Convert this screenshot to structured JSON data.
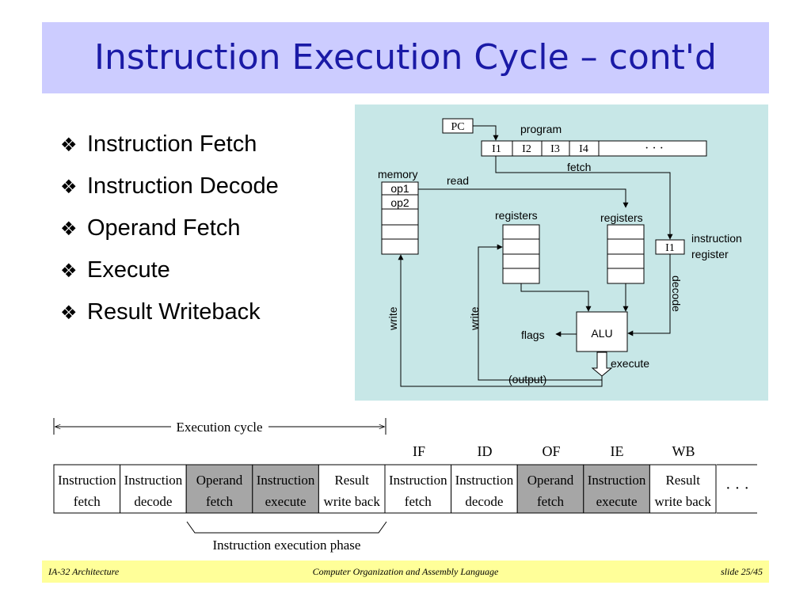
{
  "slide": {
    "title": "Instruction Execution Cycle – cont'd",
    "bullet_mark": "❖",
    "bullets": [
      "Instruction Fetch",
      "Instruction Decode",
      "Operand Fetch",
      "Execute",
      "Result Writeback"
    ]
  },
  "diagram": {
    "pc": "PC",
    "program": "program",
    "program_cells": [
      "I1",
      "I2",
      "I3",
      "I4",
      "· · ·"
    ],
    "fetch": "fetch",
    "memory": "memory",
    "memory_cells": [
      "op1",
      "op2"
    ],
    "read": "read",
    "registers_left": "registers",
    "registers_right": "registers",
    "instruction_register_value": "I1",
    "instruction_register_line1": "instruction",
    "instruction_register_line2": "register",
    "decode": "decode",
    "write_left": "write",
    "write_right": "write",
    "flags": "flags",
    "alu": "ALU",
    "execute": "execute",
    "output": "(output)"
  },
  "cycle": {
    "execution_cycle": "Execution cycle",
    "phases": [
      "IF",
      "ID",
      "OF",
      "IE",
      "WB"
    ],
    "cells": [
      {
        "line1": "Instruction",
        "line2": "fetch"
      },
      {
        "line1": "Instruction",
        "line2": "decode"
      },
      {
        "line1": "Operand",
        "line2": "fetch"
      },
      {
        "line1": "Instruction",
        "line2": "execute"
      },
      {
        "line1": "Result",
        "line2": "write back"
      },
      {
        "line1": "Instruction",
        "line2": "fetch"
      },
      {
        "line1": "Instruction",
        "line2": "decode"
      },
      {
        "line1": "Operand",
        "line2": "fetch"
      },
      {
        "line1": "Instruction",
        "line2": "execute"
      },
      {
        "line1": "Result",
        "line2": "write back"
      }
    ],
    "ellipsis": "· · ·",
    "execution_phase": "Instruction execution phase",
    "shaded_color": "#a6a6a6"
  },
  "footer": {
    "left": "IA-32 Architecture",
    "center": "Computer Organization and Assembly Language",
    "right": "slide 25/45"
  }
}
